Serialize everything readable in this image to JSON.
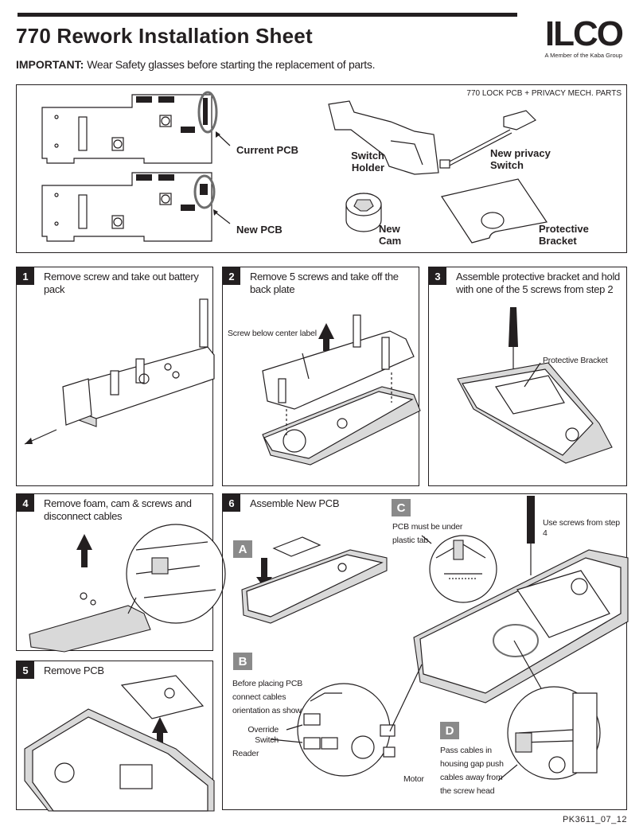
{
  "header": {
    "title": "770 Rework Installation Sheet",
    "important_label": "IMPORTANT:",
    "important_text": "Wear Safety glasses before starting the replacement of parts.",
    "logo_text": "ILCO",
    "logo_tagline": "A Member of the Kaba Group"
  },
  "parts": {
    "caption": "770 LOCK PCB + PRIVACY MECH. PARTS",
    "current_pcb": "Current PCB",
    "new_pcb": "New PCB",
    "switch_holder": "Switch Holder",
    "new_cam": "New Cam",
    "new_privacy_switch": "New privacy Switch",
    "protective_bracket": "Protective Bracket"
  },
  "steps": {
    "s1": {
      "num": "1",
      "title": "Remove screw and take out battery pack"
    },
    "s2": {
      "num": "2",
      "title": "Remove 5 screws and take off the back plate",
      "callout": "Screw below center label"
    },
    "s3": {
      "num": "3",
      "title": "Assemble protective bracket and hold with one of the 5 screws from step 2",
      "callout": "Protective Bracket"
    },
    "s4": {
      "num": "4",
      "title": "Remove foam, cam & screws and disconnect cables"
    },
    "s5": {
      "num": "5",
      "title": "Remove PCB"
    },
    "s6": {
      "num": "6",
      "title": "Assemble New PCB",
      "a": {
        "letter": "A"
      },
      "b": {
        "letter": "B",
        "text": "Before placing PCB connect cables orientation as shown",
        "override": "Override Switch",
        "reader": "Reader",
        "motor": "Motor"
      },
      "c": {
        "letter": "C",
        "text": "PCB must be under plastic tab"
      },
      "d": {
        "letter": "D",
        "text": "Pass cables in housing gap push cables away from the screw head"
      },
      "screws_note": "Use screws from step 4"
    }
  },
  "footer": {
    "code": "PK3611_07_12"
  },
  "colors": {
    "ink": "#231f20",
    "gray_badge": "#8a8a8a",
    "highlight_ring": "#6d6d6d"
  }
}
